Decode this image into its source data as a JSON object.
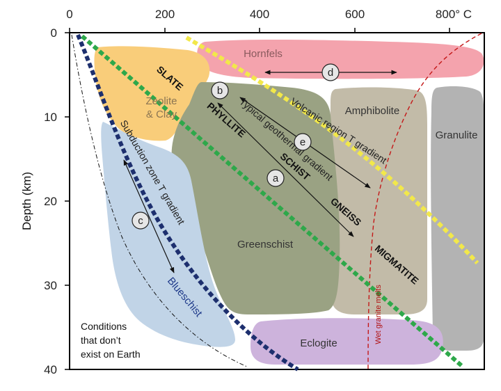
{
  "axes": {
    "x_ticks": [
      "0",
      "200",
      "400",
      "600",
      "800° C"
    ],
    "y_ticks": [
      "0",
      "10",
      "20",
      "30",
      "40"
    ],
    "y_title": "Depth (km)"
  },
  "facies": {
    "hornfels": "Hornfels",
    "zeolite_line1": "Zeolite",
    "zeolite_line2": "& Clay",
    "amphibolite": "Amphibolite",
    "granulite": "Granulite",
    "greenschist": "Greenschist",
    "blueschist": "Blueschist",
    "eclogite": "Eclogite"
  },
  "rocks": {
    "slate": "SLATE",
    "phyllite": "PHYLLITE",
    "schist": "SCHIST",
    "gneiss": "GNEISS",
    "migmatite": "MIGMATITE"
  },
  "gradients": {
    "typical": "Typical geothermal gradient",
    "volcanic": "Volcanic region T gradient",
    "subduction": "Subduction zone T gradient"
  },
  "markers": {
    "a": "a",
    "b": "b",
    "c": "c",
    "d": "d",
    "e": "e"
  },
  "notes": {
    "wet_granite": "Wet granite melts",
    "no_earth_line1": "Conditions",
    "no_earth_line2": "that don’t",
    "no_earth_line3": "exist on Earth"
  },
  "colors": {
    "hornfels": "#f4a3ad",
    "zeolite": "#f9cd7a",
    "amphibolite": "#c2bba8",
    "granulite": "#b3b3b3",
    "greenschist": "#9aa283",
    "blueschist": "#c1d4e7",
    "eclogite": "#cdb3dc",
    "subduction_line": "#1d2f6e",
    "typical_line": "#2ea84a",
    "volcanic_line": "#f2e84a",
    "melt_line": "#c41818"
  }
}
